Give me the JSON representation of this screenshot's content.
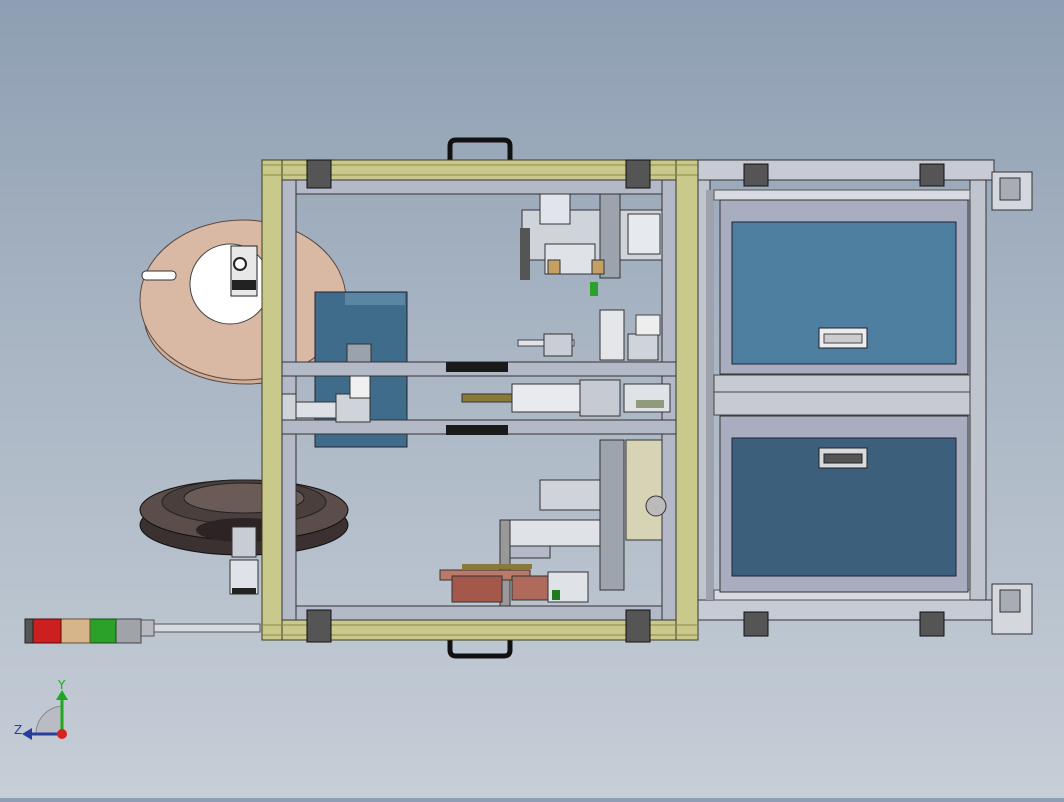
{
  "view": {
    "type": "cad-top-view",
    "colors": {
      "background_top": "#8e9fb3",
      "background_bottom": "#c6ced7",
      "frame_olive": "#a8a860",
      "aluminum": "#b4b9c8",
      "reel_tan": "#d9b8a4",
      "spool_dark": "#4a3f3d",
      "drawer_teal": "#4f7fa0",
      "panel_blue": "#3e6c8a",
      "lamp_red": "#cc1f1f",
      "lamp_amber": "#d6b58a",
      "lamp_green": "#2aa22a",
      "lamp_gray": "#a0a4a8"
    }
  },
  "triad": {
    "y_label": "Y",
    "z_label": "Z",
    "icon": "axis-triad-icon"
  },
  "signal_tower": {
    "lamps": [
      "red",
      "amber",
      "green",
      "gray"
    ]
  },
  "drawers": {
    "count": 2,
    "icon": "drawer-handle-icon"
  }
}
